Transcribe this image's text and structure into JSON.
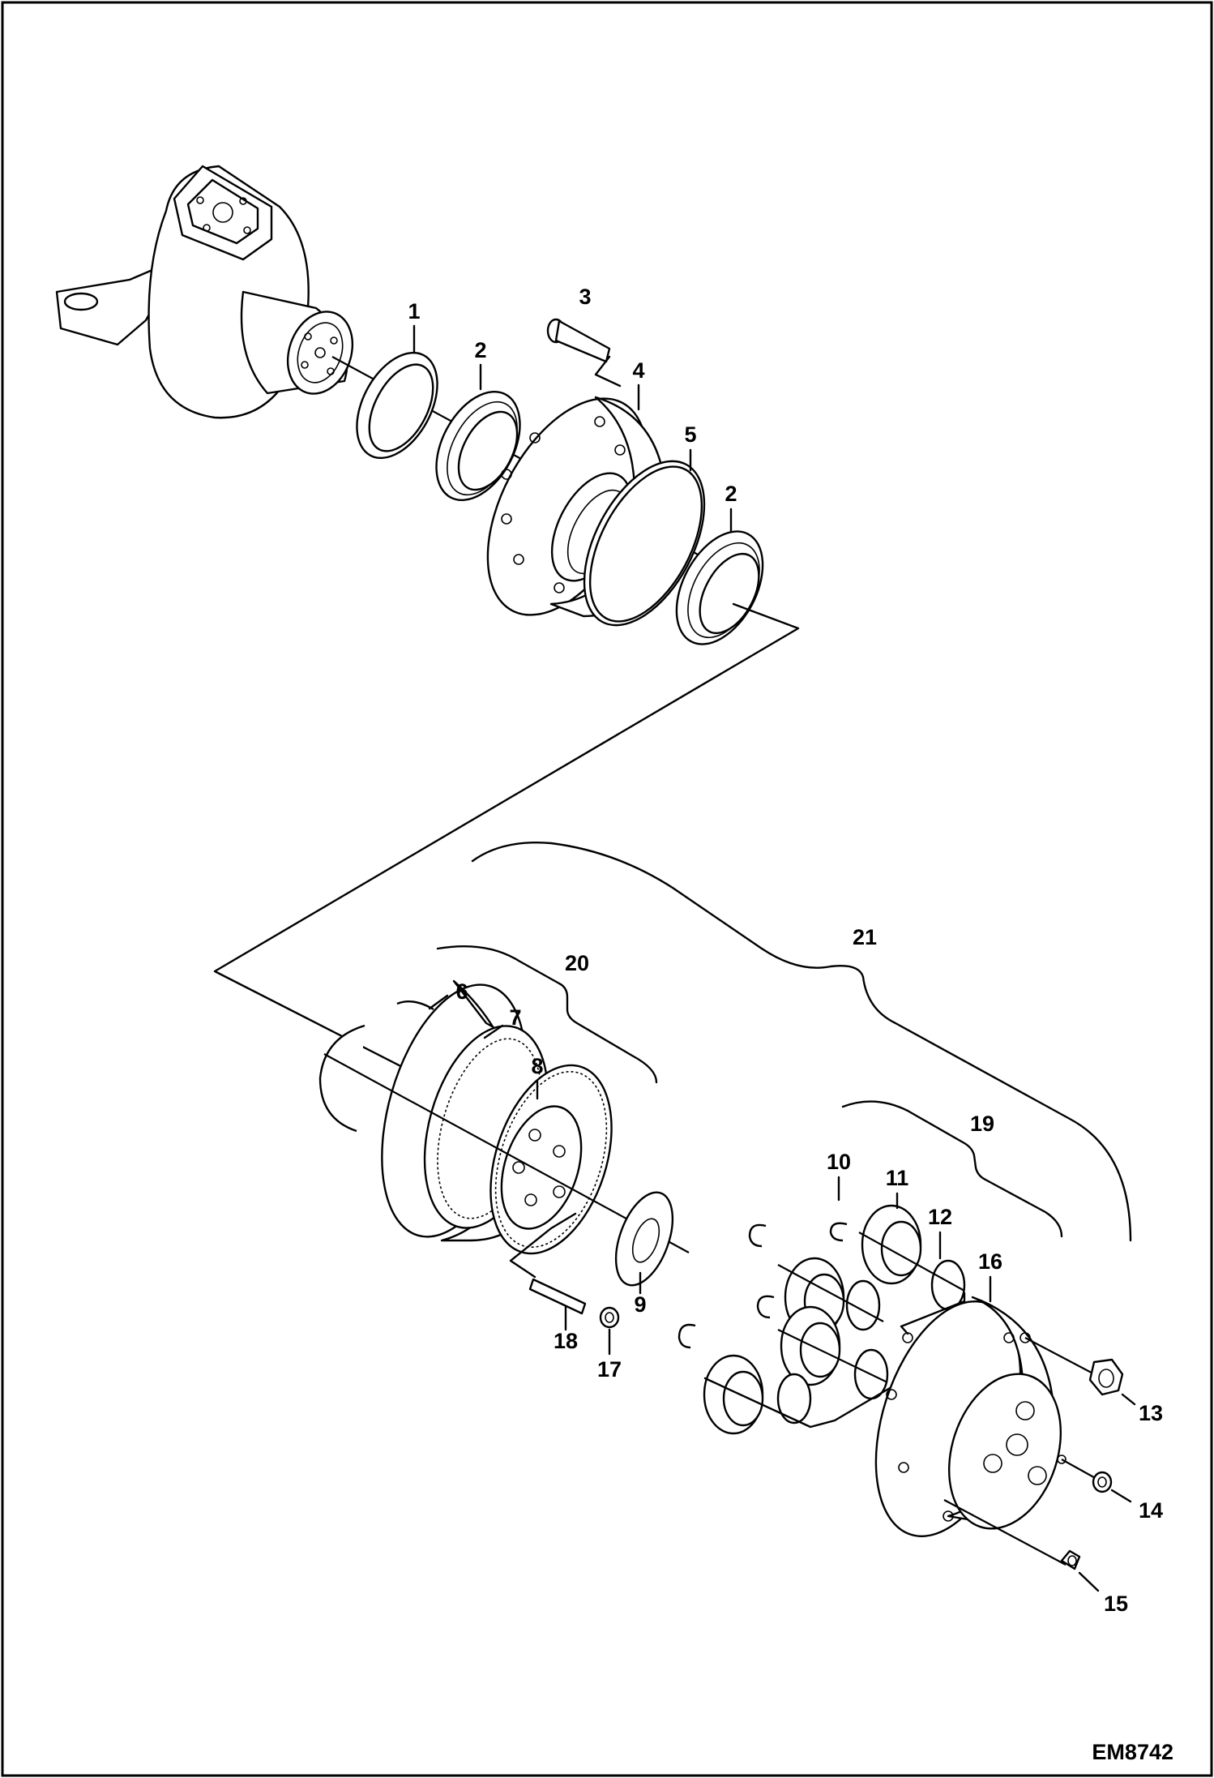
{
  "drawing_code": "EM8742",
  "callouts": [
    "1",
    "2",
    "3",
    "4",
    "5",
    "2",
    "6",
    "7",
    "8",
    "9",
    "10",
    "11",
    "12",
    "16",
    "13",
    "14",
    "15",
    "17",
    "18",
    "19",
    "20",
    "21"
  ]
}
